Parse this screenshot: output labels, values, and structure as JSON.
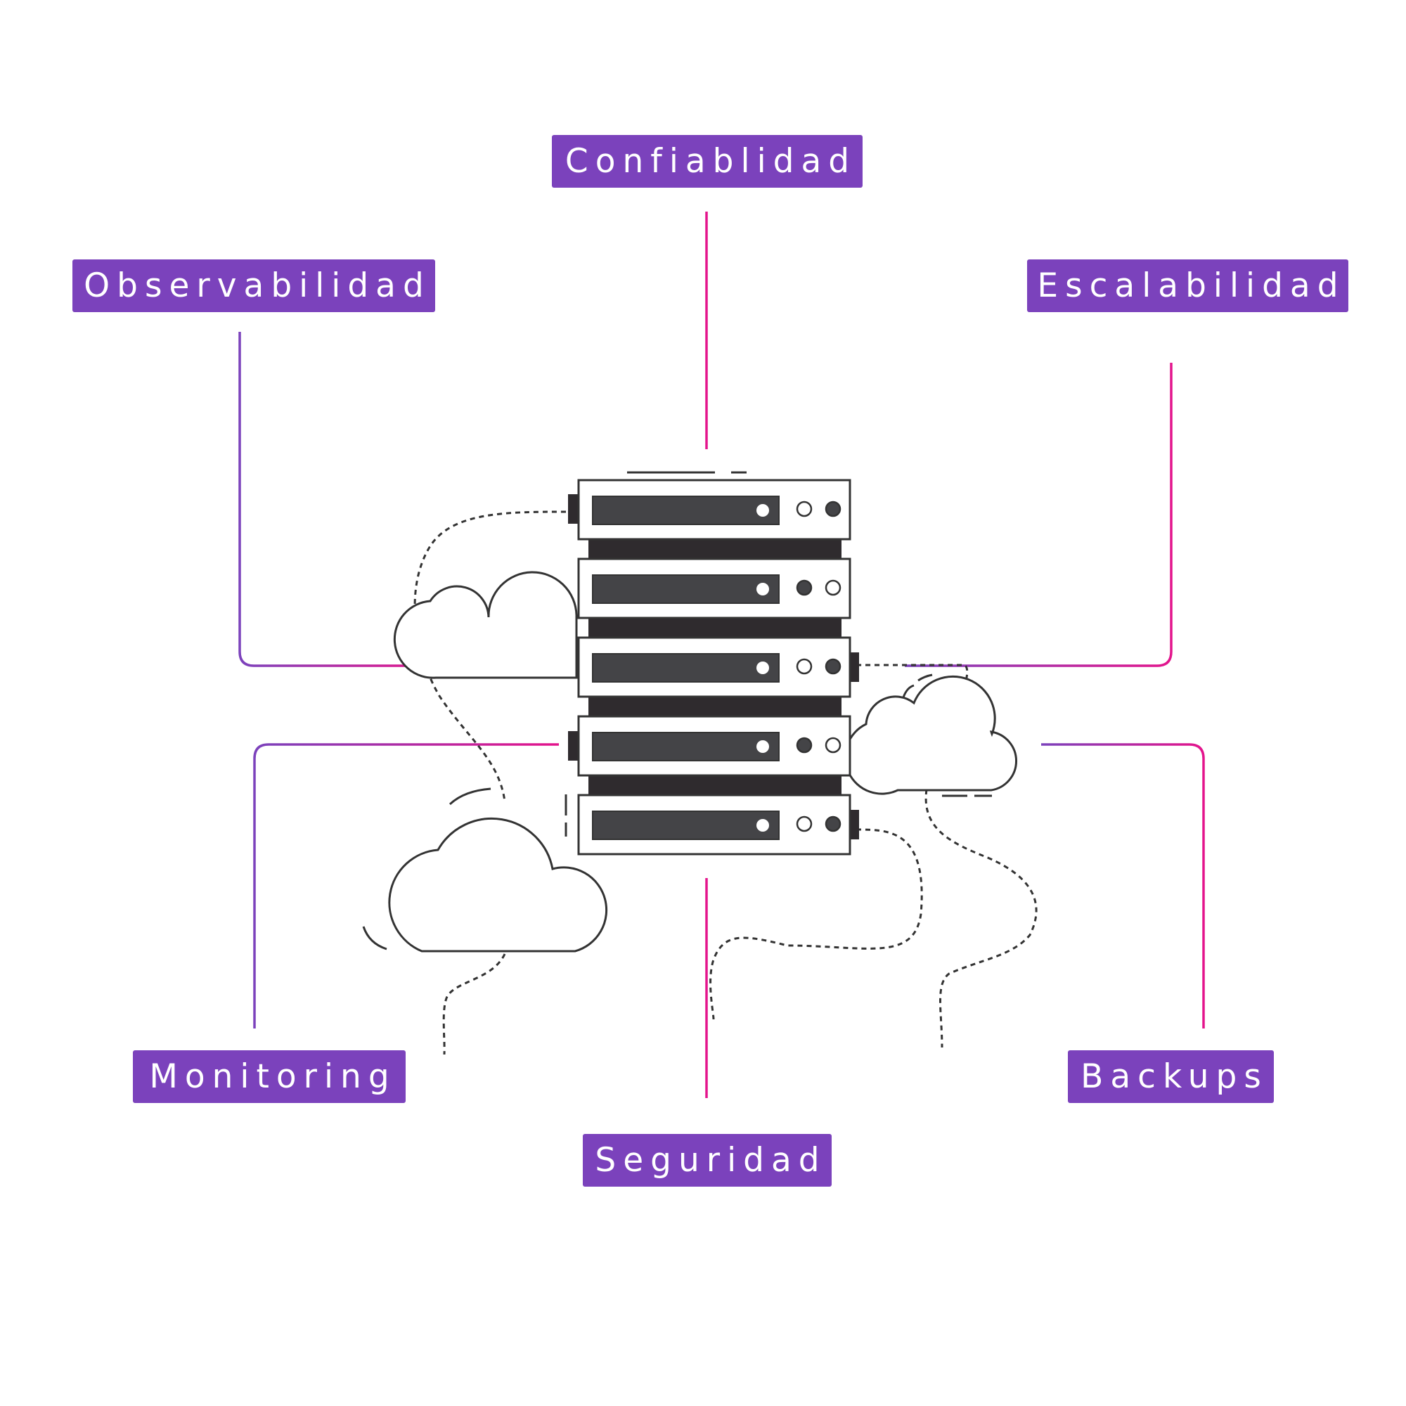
{
  "labels": {
    "confiablidad": "Confiablidad",
    "observabilidad": "Observabilidad",
    "escalabilidad": "Escalabilidad",
    "monitoring": "Monitoring",
    "seguridad": "Seguridad",
    "backups": "Backups"
  },
  "colors": {
    "label_background": "#7b42bc",
    "label_text": "#ffffff",
    "connector_purple": "#7b42bc",
    "connector_magenta": "#e4148c",
    "server_outline": "#333333",
    "server_panel": "#444447"
  },
  "icons": [
    "server-rack-icon",
    "cloud-icon"
  ]
}
